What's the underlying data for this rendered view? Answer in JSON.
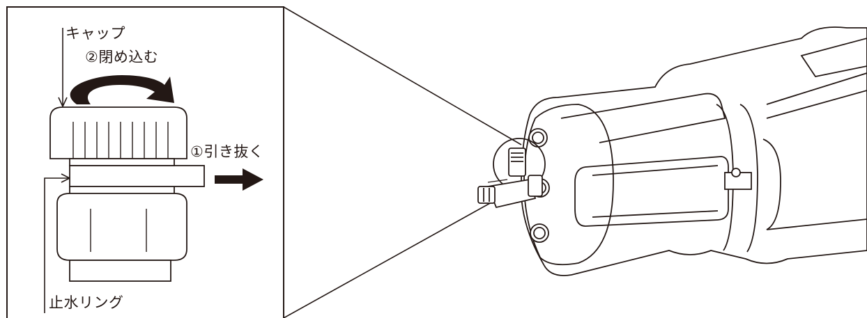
{
  "colors": {
    "ink": "#231815",
    "paper": "#ffffff",
    "fill_light": "#f2f2f2"
  },
  "labels": {
    "cap": "キャップ",
    "step2": "②閉め込む",
    "step1": "①引き抜く",
    "ring": "止水リング"
  },
  "icons": [
    "rotate-arrow-icon",
    "right-arrow-icon"
  ]
}
